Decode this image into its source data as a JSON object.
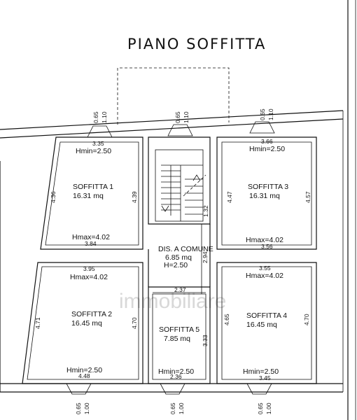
{
  "title": "PIANO SOFFITTA",
  "watermark": "immobiliare",
  "rooms": [
    {
      "name": "SOFFITTA 1",
      "area": "16.31 mq",
      "hmin": "Hmin=2.50",
      "hmax": "Hmax=4.02",
      "dim_top": "3.35",
      "dim_bottom": "3.84",
      "dim_left": "4.36",
      "dim_right": "4.39"
    },
    {
      "name": "SOFFITTA 3",
      "area": "16.31 mq",
      "hmin": "Hmin=2.50",
      "hmax": "Hmax=4.02",
      "dim_top": "3.66",
      "dim_bottom": "3.56",
      "dim_left": "4.47",
      "dim_right": "4.57"
    },
    {
      "name": "SOFFITTA 2",
      "area": "16.45 mq",
      "hmax": "Hmax=4.02",
      "hmin": "Hmin=2.50",
      "dim_top": "3.95",
      "dim_bottom": "4.48",
      "dim_left": "4.71",
      "dim_right": "4.70"
    },
    {
      "name": "SOFFITTA 4",
      "area": "16.45 mq",
      "hmax": "Hmax=4.02",
      "hmin": "Hmin=2.50",
      "dim_top": "3.55",
      "dim_bottom": "3.45",
      "dim_left": "4.65",
      "dim_right": "4.70"
    },
    {
      "name": "SOFFITTA 5",
      "area": "7.85 mq",
      "hmin": "Hmin=2.50",
      "dim_top": "2.37",
      "dim_bottom": "2.36",
      "dim_right": "3.33"
    }
  ],
  "common": {
    "name": "DIS. A COMUNE",
    "area": "6.85 mq",
    "height": "H=2.50",
    "dim_side": "2.94",
    "dim_stair": "1.32"
  },
  "openings_top": {
    "a": "0.65",
    "b": "1.10"
  },
  "openings_bottom": {
    "a": "0.65",
    "b": "1.00"
  }
}
